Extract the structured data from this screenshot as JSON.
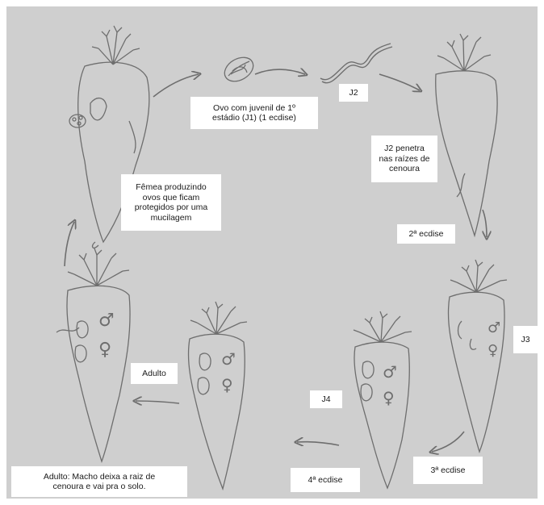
{
  "labels": {
    "ovo": "Ovo com juvenil de 1º\nestádio (J1) (1 ecdise)",
    "j2": "J2",
    "j2_penetra": "J2 penetra\nnas raízes de\ncenoura",
    "ecdise2": "2ª ecdise",
    "j3": "J3",
    "ecdise3": "3ª ecdise",
    "j4": "J4",
    "ecdise4": "4ª ecdise",
    "adulto": "Adulto",
    "macho": "Adulto: Macho deixa a raiz de\ncenoura e vai pra o solo.",
    "femea": "Fêmea produzindo\novos que ficam\nprotegidos por uma\nmucilagem"
  },
  "colors": {
    "background": "#cfcfcf",
    "stroke": "#6e6e6e",
    "box": "#ffffff"
  }
}
